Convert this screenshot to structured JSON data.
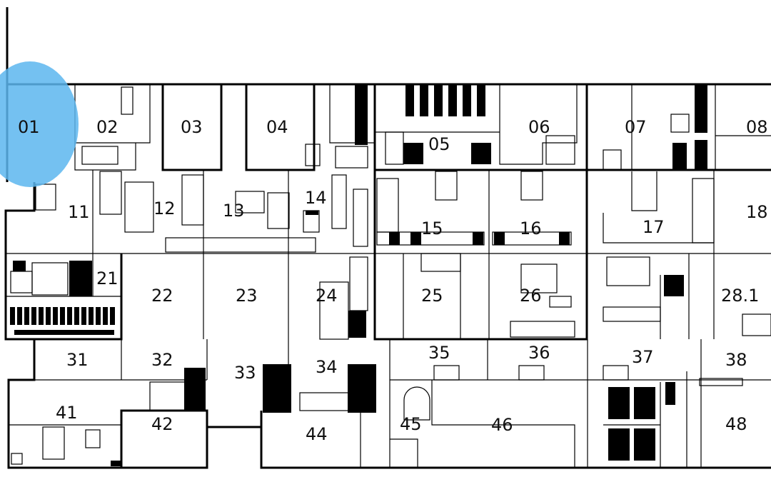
{
  "map": {
    "highlight_color": "#5cb6ee",
    "selected_room": "01",
    "rooms": [
      {
        "id": "01",
        "label": "01"
      },
      {
        "id": "02",
        "label": "02"
      },
      {
        "id": "03",
        "label": "03"
      },
      {
        "id": "04",
        "label": "04"
      },
      {
        "id": "05",
        "label": "05"
      },
      {
        "id": "06",
        "label": "06"
      },
      {
        "id": "07",
        "label": "07"
      },
      {
        "id": "08",
        "label": "08"
      },
      {
        "id": "11",
        "label": "11"
      },
      {
        "id": "12",
        "label": "12"
      },
      {
        "id": "13",
        "label": "13"
      },
      {
        "id": "14",
        "label": "14"
      },
      {
        "id": "15",
        "label": "15"
      },
      {
        "id": "16",
        "label": "16"
      },
      {
        "id": "17",
        "label": "17"
      },
      {
        "id": "18",
        "label": "18"
      },
      {
        "id": "21",
        "label": "21"
      },
      {
        "id": "22",
        "label": "22"
      },
      {
        "id": "23",
        "label": "23"
      },
      {
        "id": "24",
        "label": "24"
      },
      {
        "id": "25",
        "label": "25"
      },
      {
        "id": "26",
        "label": "26"
      },
      {
        "id": "28.1",
        "label": "28.1"
      },
      {
        "id": "31",
        "label": "31"
      },
      {
        "id": "32",
        "label": "32"
      },
      {
        "id": "33",
        "label": "33"
      },
      {
        "id": "34",
        "label": "34"
      },
      {
        "id": "35",
        "label": "35"
      },
      {
        "id": "36",
        "label": "36"
      },
      {
        "id": "37",
        "label": "37"
      },
      {
        "id": "38",
        "label": "38"
      },
      {
        "id": "41",
        "label": "41"
      },
      {
        "id": "42",
        "label": "42"
      },
      {
        "id": "44",
        "label": "44"
      },
      {
        "id": "45",
        "label": "45"
      },
      {
        "id": "46",
        "label": "46"
      },
      {
        "id": "48",
        "label": "48"
      }
    ]
  }
}
